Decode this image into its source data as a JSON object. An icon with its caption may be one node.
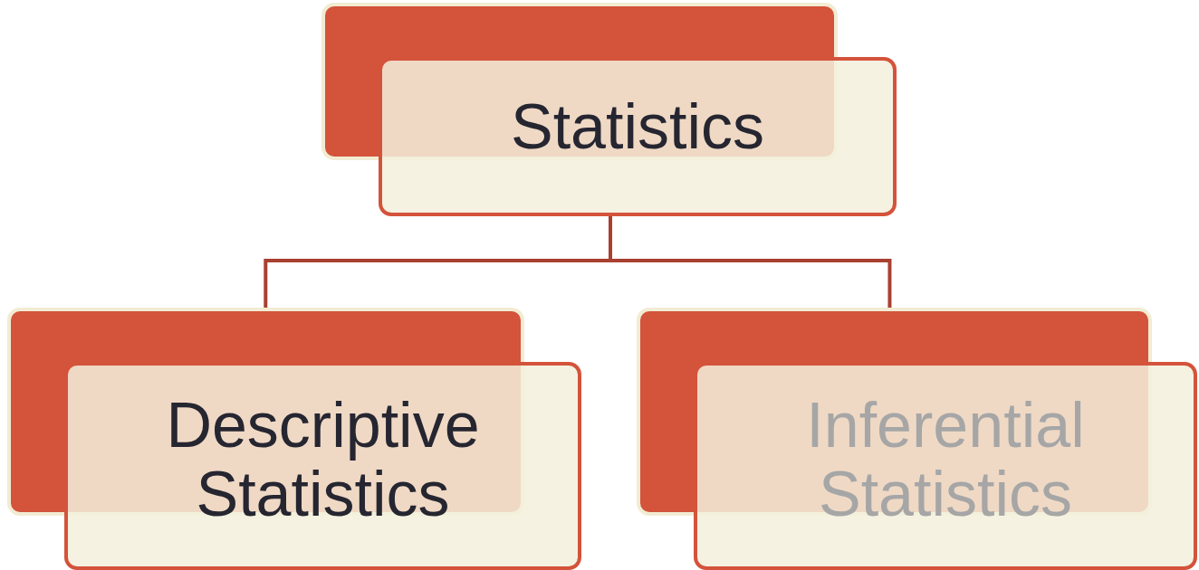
{
  "diagram": {
    "nodes": [
      {
        "text": [
          "Statistics"
        ]
      },
      {
        "text": [
          "Descriptive Statistics"
        ]
      },
      {
        "text": [
          "Inferential Statistics"
        ]
      }
    ],
    "edges": [
      {
        "from": 0,
        "to": 1,
        "arrow": "none"
      },
      {
        "from": 0,
        "to": 2,
        "arrow": "none"
      }
    ]
  }
}
